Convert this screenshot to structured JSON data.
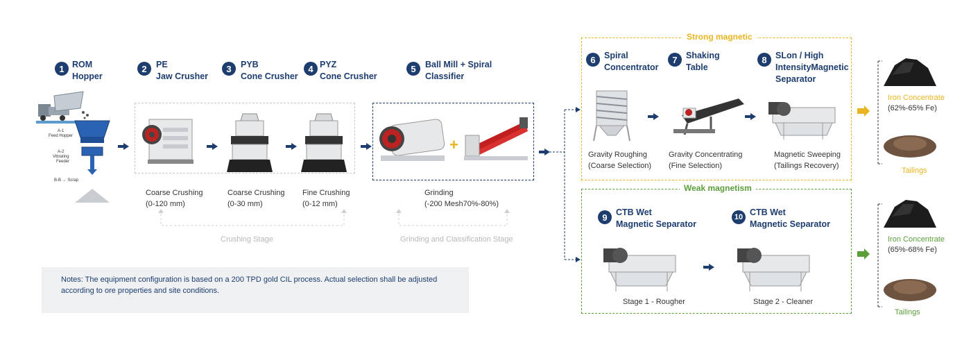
{
  "steps": [
    {
      "num": "1",
      "line1": "ROM",
      "line2": "Hopper"
    },
    {
      "num": "2",
      "line1": "PE",
      "line2": "Jaw Crusher"
    },
    {
      "num": "3",
      "line1": "PYB",
      "line2": "Cone Crusher"
    },
    {
      "num": "4",
      "line1": "PYZ",
      "line2": "Cone Crusher"
    },
    {
      "num": "5",
      "line1": "Ball Mill + Spiral",
      "line2": "Classifier"
    },
    {
      "num": "6",
      "line1": "Spiral",
      "line2": "Concentrator"
    },
    {
      "num": "7",
      "line1": "Shaking",
      "line2": "Table"
    },
    {
      "num": "8",
      "line1": "SLon / High",
      "line2": "IntensityMagnetic",
      "line3": "Separator"
    },
    {
      "num": "9",
      "line1": "CTB Wet",
      "line2": "Magnetic Separator"
    },
    {
      "num": "10",
      "line1": "CTB Wet",
      "line2": "Magnetic Separator"
    }
  ],
  "hopper_labels": {
    "a1": "A-1",
    "a1b": "Feed Hopper",
    "a2": "A-2",
    "a2b": "Vibrating",
    "a2c": "Feeder",
    "b": "B-B → Scrap"
  },
  "captions": {
    "jaw": [
      "Coarse Crushing",
      "(0-120 mm)"
    ],
    "cone1": [
      "Coarse Crushing",
      "(0-30 mm)"
    ],
    "cone2": [
      "Fine Crushing",
      "(0-12 mm)"
    ],
    "grinding": [
      "Grinding",
      "(-200 Mesh70%-80%)"
    ],
    "spiral": [
      "Gravity Roughing",
      "(Coarse Selection)"
    ],
    "table": [
      "Gravity Concentrating",
      "(Fine Selection)"
    ],
    "slon": [
      "Magnetic Sweeping",
      "(Tailings Recovery)"
    ],
    "ctb1": "Stage 1 - Rougher",
    "ctb2": "Stage 2 - Cleaner"
  },
  "stages": {
    "crushing": "Crushing Stage",
    "grinding": "Grinding and Classification Stage"
  },
  "groups": {
    "strong": "Strong magnetic",
    "weak": "Weak magnetism"
  },
  "products": {
    "strong_conc": [
      "Iron Concentrate",
      "(62%-65% Fe)"
    ],
    "strong_tail": "Tailings",
    "weak_conc": [
      "Iron Concentrate",
      "(65%-68% Fe)"
    ],
    "weak_tail": "Tailings"
  },
  "plus": "+",
  "notes": "Notes: The equipment configuration is based on a 200 TPD gold CIL process. Actual selection shall be adjusted according to ore properties and site conditions.",
  "colors": {
    "navy": "#1d3d6e",
    "strong": "#e8b520",
    "weak": "#5a9e3a",
    "stage": "#b8b8b8",
    "notes_bg": "#eef0f2"
  }
}
